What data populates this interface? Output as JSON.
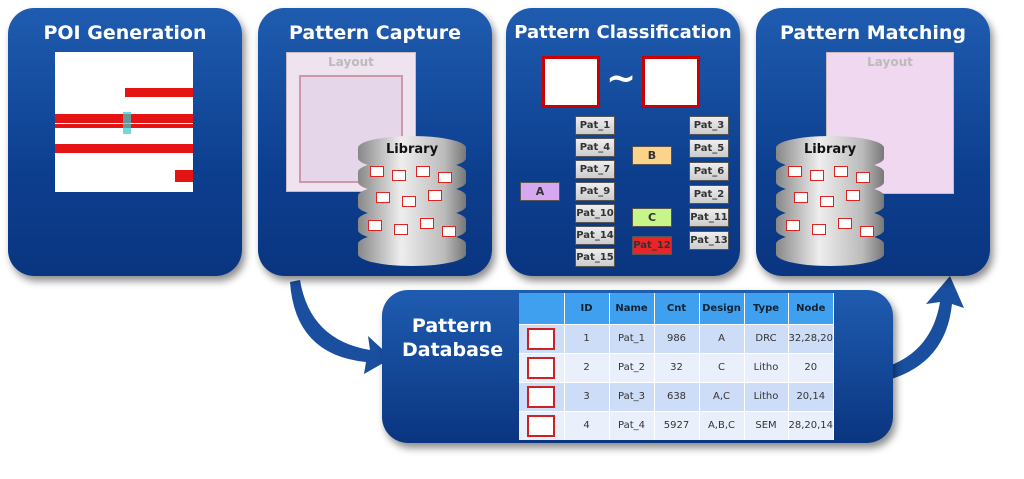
{
  "panels": [
    {
      "title": "POI Generation"
    },
    {
      "title": "Pattern Capture",
      "layout_label": "Layout",
      "library_label": "Library"
    },
    {
      "title": "Pattern Classification",
      "similarity_symbol": "~"
    },
    {
      "title": "Pattern Matching",
      "layout_label": "Layout",
      "library_label": "Library"
    }
  ],
  "classification": {
    "groups": [
      {
        "label": "A",
        "color": "#d7a8f0",
        "patterns": [
          "Pat_1",
          "Pat_4",
          "Pat_7",
          "Pat_9",
          "Pat_10",
          "Pat_14",
          "Pat_15"
        ]
      },
      {
        "label": "B",
        "color": "#fcd38a",
        "patterns": [
          "Pat_3",
          "Pat_5",
          "Pat_6"
        ]
      },
      {
        "label": "C",
        "color": "#c8f58a",
        "patterns": [
          "Pat_2",
          "Pat_11",
          "Pat_13"
        ]
      }
    ],
    "outlier": {
      "label": "Pat_12",
      "color": "#e8262a"
    }
  },
  "database": {
    "title_line1": "Pattern",
    "title_line2": "Database",
    "columns": [
      "",
      "ID",
      "Name",
      "Cnt",
      "Design",
      "Type",
      "Node"
    ],
    "rows": [
      [
        "1",
        "Pat_1",
        "986",
        "A",
        "DRC",
        "32,28,20"
      ],
      [
        "2",
        "Pat_2",
        "32",
        "C",
        "Litho",
        "20"
      ],
      [
        "3",
        "Pat_3",
        "638",
        "A,C",
        "Litho",
        "20,14"
      ],
      [
        "4",
        "Pat_4",
        "5927",
        "A,B,C",
        "SEM",
        "28,20,14"
      ]
    ]
  }
}
